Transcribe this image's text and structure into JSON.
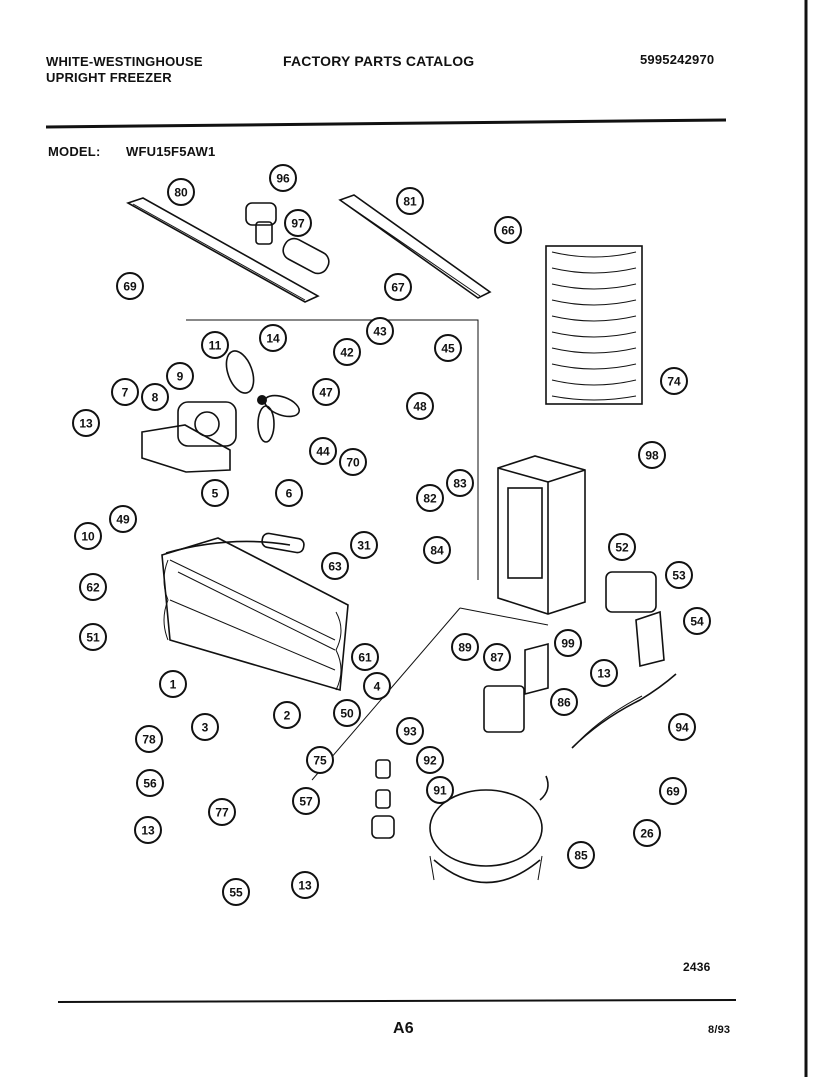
{
  "header": {
    "brand_line1": "WHITE-WESTINGHOUSE",
    "brand_line2": "UPRIGHT FREEZER",
    "catalog_title": "FACTORY PARTS CATALOG",
    "catalog_number": "5995242970",
    "model_label": "MODEL:",
    "model_value": "WFU15F5AW1"
  },
  "footer": {
    "drawing_number": "2436",
    "page_label": "A6",
    "date": "8/93"
  },
  "callouts": [
    "80",
    "96",
    "81",
    "97",
    "66",
    "69",
    "67",
    "74",
    "14",
    "43",
    "11",
    "42",
    "45",
    "9",
    "47",
    "7",
    "8",
    "13",
    "48",
    "44",
    "70",
    "98",
    "82",
    "83",
    "10",
    "49",
    "5",
    "6",
    "84",
    "31",
    "63",
    "52",
    "62",
    "53",
    "51",
    "61",
    "54",
    "89",
    "99",
    "87",
    "13",
    "1",
    "4",
    "50",
    "94",
    "86",
    "3",
    "2",
    "93",
    "78",
    "75",
    "92",
    "91",
    "56",
    "57",
    "69",
    "77",
    "26",
    "13",
    "85",
    "55",
    "13"
  ]
}
